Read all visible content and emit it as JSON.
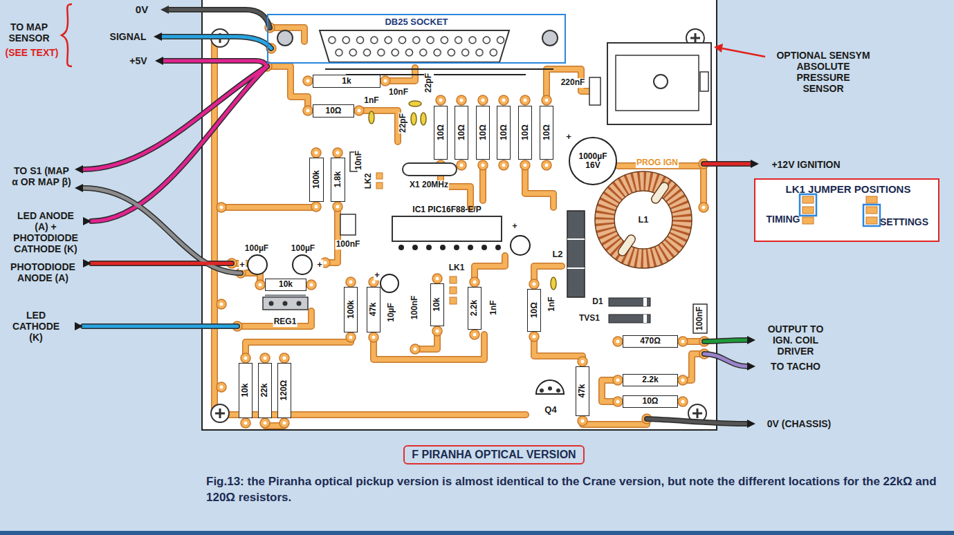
{
  "diagram": {
    "caption": "Fig.13: the Piranha optical pickup version is almost identical to the Crane version, but note the different locations for the 22kΩ and 120Ω resistors.",
    "nodes": [
      {
        "text": [
          "DB25 SOCKET"
        ]
      },
      {
        "text": [
          "1k"
        ]
      },
      {
        "text": [
          "10Ω"
        ]
      },
      {
        "text": [
          "10Ω"
        ]
      },
      {
        "text": [
          "10Ω"
        ]
      },
      {
        "text": [
          "10Ω"
        ]
      },
      {
        "text": [
          "10Ω"
        ]
      },
      {
        "text": [
          "10Ω"
        ]
      },
      {
        "text": [
          "10Ω"
        ]
      },
      {
        "text": [
          "1000µF 16V"
        ]
      },
      {
        "text": [
          "100k"
        ]
      },
      {
        "text": [
          "1.8k"
        ]
      },
      {
        "text": [
          "IC1 PIC16F88-E/P"
        ]
      },
      {
        "text": [
          "10k"
        ]
      },
      {
        "text": [
          "100k"
        ]
      },
      {
        "text": [
          "47k"
        ]
      },
      {
        "text": [
          "10k"
        ]
      },
      {
        "text": [
          "2.2k"
        ]
      },
      {
        "text": [
          "10Ω"
        ]
      },
      {
        "text": [
          "LK1 JUMPER POSITIONS",
          "TIMING",
          "SETTINGS"
        ]
      },
      {
        "text": [
          "470Ω"
        ]
      },
      {
        "text": [
          "2.2k"
        ]
      },
      {
        "text": [
          "47k"
        ]
      },
      {
        "text": [
          "10Ω"
        ]
      },
      {
        "text": [
          "10k"
        ]
      },
      {
        "text": [
          "22k"
        ]
      },
      {
        "text": [
          "120Ω"
        ]
      },
      {
        "text": [
          "F PIRANHA OPTICAL VERSION"
        ]
      }
    ],
    "labels": [
      "0V",
      "TO MAP SENSOR",
      "(SEE TEXT)",
      "SIGNAL",
      "+5V",
      "TO S1 (MAP α OR MAP β)",
      "LED ANODE (A) + PHOTODIODE CATHODE (K)",
      "PHOTODIODE ANODE (A)",
      "LED CATHODE (K)",
      "OPTIONAL SENSYM ABSOLUTE PRESSURE SENSOR",
      "+12V IGNITION",
      "OUTPUT TO IGN. COIL DRIVER",
      "TO TACHO",
      "0V (CHASSIS)",
      "220nF",
      "10nF",
      "1nF",
      "22pF",
      "22pF",
      "LK2",
      "X1 20MHz",
      "10nF",
      "PROG IGN",
      "100µF",
      "100µF",
      "+",
      "+",
      "+",
      "+",
      "100nF",
      "L1",
      "L2",
      "REG1",
      "+",
      "10µF",
      "100nF",
      "LK1",
      "1nF",
      "1nF",
      "D1",
      "TVS1",
      "100nF",
      "Q4"
    ]
  }
}
